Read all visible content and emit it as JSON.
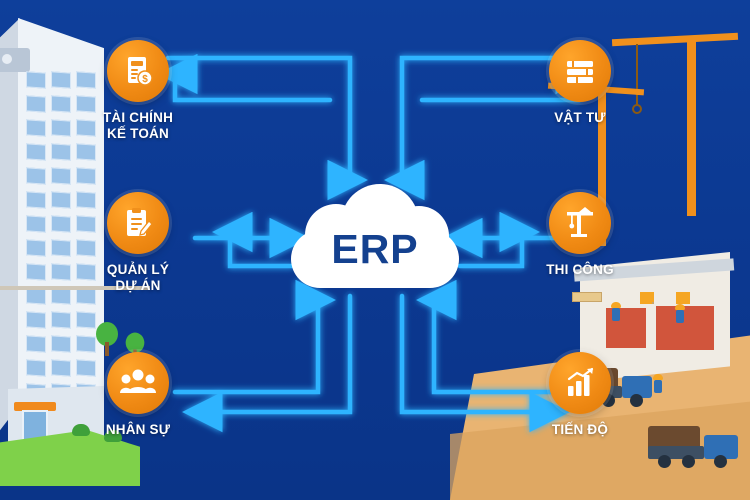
{
  "diagram": {
    "center": {
      "label": "ERP",
      "shape": "cloud",
      "color": "#14418f"
    },
    "background": {
      "canvas_color": "#0c3992",
      "left_scene": "office-building",
      "right_scene": "construction-site"
    },
    "accent_color": "#f0901c",
    "connector_color": "#2fb4ff",
    "nodes": [
      {
        "id": "finance",
        "icon": "invoice-dollar-icon",
        "label_lines": [
          "TÀI CHÍNH",
          "KẾ TOÁN"
        ],
        "side": "left",
        "row": "top"
      },
      {
        "id": "project",
        "icon": "clipboard-pen-icon",
        "label_lines": [
          "QUẢN LÝ",
          "DỰ ÁN"
        ],
        "side": "left",
        "row": "middle"
      },
      {
        "id": "hr",
        "icon": "people-group-icon",
        "label_lines": [
          "NHÂN SỰ"
        ],
        "side": "left",
        "row": "bottom"
      },
      {
        "id": "material",
        "icon": "material-stack-icon",
        "label_lines": [
          "VẬT TƯ"
        ],
        "side": "right",
        "row": "top"
      },
      {
        "id": "construction",
        "icon": "tower-crane-icon",
        "label_lines": [
          "THI CÔNG"
        ],
        "side": "right",
        "row": "middle"
      },
      {
        "id": "progress",
        "icon": "bar-chart-arrow-icon",
        "label_lines": [
          "TIẾN ĐỘ"
        ],
        "side": "right",
        "row": "bottom"
      }
    ]
  }
}
